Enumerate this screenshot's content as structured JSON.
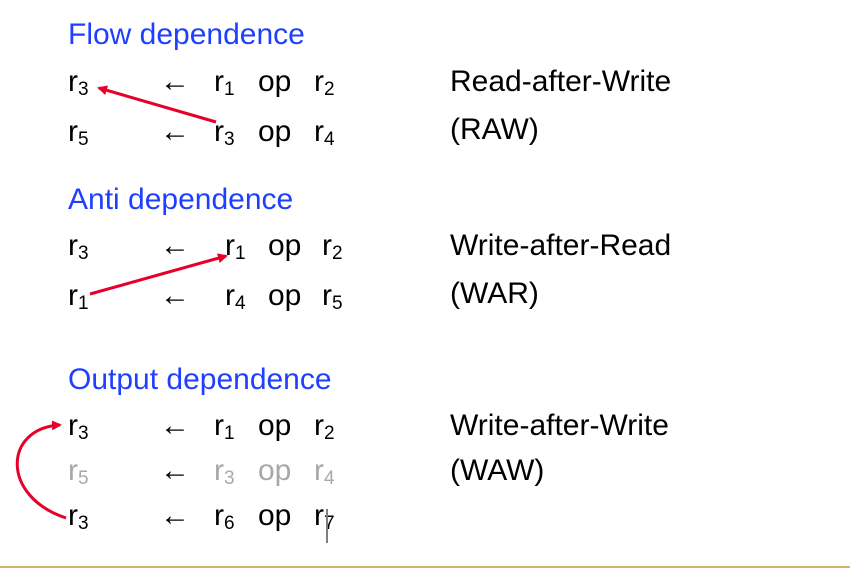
{
  "colors": {
    "heading": "#1f3fff",
    "arrow": "#e8002a",
    "muted": "#a8a8a8",
    "footer": "#d2b46c"
  },
  "sections": [
    {
      "heading": "Flow dependence",
      "lines": [
        {
          "dst": "r",
          "dst_sub": "3",
          "arrow": "←",
          "src1": "r",
          "src1_sub": "1",
          "op": "op",
          "src2": "r",
          "src2_sub": "2"
        },
        {
          "dst": "r",
          "dst_sub": "5",
          "arrow": "←",
          "src1": "r",
          "src1_sub": "3",
          "op": "op",
          "src2": "r",
          "src2_sub": "4"
        }
      ],
      "desc": [
        "Read-after-Write",
        "(RAW)"
      ]
    },
    {
      "heading": "Anti dependence",
      "lines": [
        {
          "dst": "r",
          "dst_sub": "3",
          "arrow": "←",
          "src1": "r",
          "src1_sub": "1",
          "op": "op",
          "src2": "r",
          "src2_sub": "2"
        },
        {
          "dst": "r",
          "dst_sub": "1",
          "arrow": "←",
          "src1": "r",
          "src1_sub": "4",
          "op": "op",
          "src2": "r",
          "src2_sub": "5"
        }
      ],
      "desc": [
        "Write-after-Read",
        "(WAR)"
      ]
    },
    {
      "heading": "Output dependence",
      "lines": [
        {
          "dst": "r",
          "dst_sub": "3",
          "arrow": "←",
          "src1": "r",
          "src1_sub": "1",
          "op": "op",
          "src2": "r",
          "src2_sub": "2"
        },
        {
          "dst": "r",
          "dst_sub": "5",
          "arrow": "←",
          "src1": "r",
          "src1_sub": "3",
          "op": "op",
          "src2": "r",
          "src2_sub": "4"
        },
        {
          "dst": "r",
          "dst_sub": "3",
          "arrow": "←",
          "src1": "r",
          "src1_sub": "6",
          "op": "op",
          "src2": "r",
          "src2_sub": "7"
        }
      ],
      "desc": [
        "Write-after-Write",
        "(WAW)"
      ]
    }
  ]
}
